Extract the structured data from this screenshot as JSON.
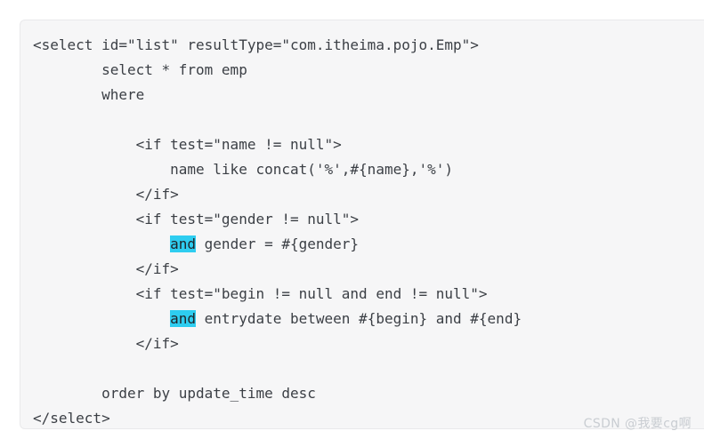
{
  "card": {
    "background_color": "#f6f6f7",
    "border_color": "#e9e9eb",
    "text_color": "#3b3f45",
    "highlight_color": "#2ecdf0"
  },
  "code": {
    "language": "xml",
    "lines": [
      {
        "indent": 0,
        "segments": [
          {
            "text": "<select id=\"list\" resultType=\"com.itheima.pojo.Emp\">",
            "highlight": false
          }
        ]
      },
      {
        "indent": 0,
        "segments": [
          {
            "text": "        select * from emp",
            "highlight": false
          }
        ]
      },
      {
        "indent": 0,
        "segments": [
          {
            "text": "        where",
            "highlight": false
          }
        ]
      },
      {
        "indent": 0,
        "segments": [
          {
            "text": "",
            "highlight": false
          }
        ]
      },
      {
        "indent": 0,
        "segments": [
          {
            "text": "            <if test=\"name != null\">",
            "highlight": false
          }
        ]
      },
      {
        "indent": 0,
        "segments": [
          {
            "text": "                name like concat('%',#{name},'%')",
            "highlight": false
          }
        ]
      },
      {
        "indent": 0,
        "segments": [
          {
            "text": "            </if>",
            "highlight": false
          }
        ]
      },
      {
        "indent": 0,
        "segments": [
          {
            "text": "            <if test=\"gender != null\">",
            "highlight": false
          }
        ]
      },
      {
        "indent": 0,
        "segments": [
          {
            "text": "                ",
            "highlight": false
          },
          {
            "text": "and",
            "highlight": true
          },
          {
            "text": " gender = #{gender}",
            "highlight": false
          }
        ]
      },
      {
        "indent": 0,
        "segments": [
          {
            "text": "            </if>",
            "highlight": false
          }
        ]
      },
      {
        "indent": 0,
        "segments": [
          {
            "text": "            <if test=\"begin != null and end != null\">",
            "highlight": false
          }
        ]
      },
      {
        "indent": 0,
        "segments": [
          {
            "text": "                ",
            "highlight": false
          },
          {
            "text": "and",
            "highlight": true
          },
          {
            "text": " entrydate between #{begin} and #{end}",
            "highlight": false
          }
        ]
      },
      {
        "indent": 0,
        "segments": [
          {
            "text": "            </if>",
            "highlight": false
          }
        ]
      },
      {
        "indent": 0,
        "segments": [
          {
            "text": "",
            "highlight": false
          }
        ]
      },
      {
        "indent": 0,
        "segments": [
          {
            "text": "        order by update_time desc",
            "highlight": false
          }
        ]
      },
      {
        "indent": 0,
        "segments": [
          {
            "text": "</select>",
            "highlight": false
          }
        ]
      }
    ]
  },
  "watermark": {
    "text": "CSDN @我要cg啊"
  }
}
